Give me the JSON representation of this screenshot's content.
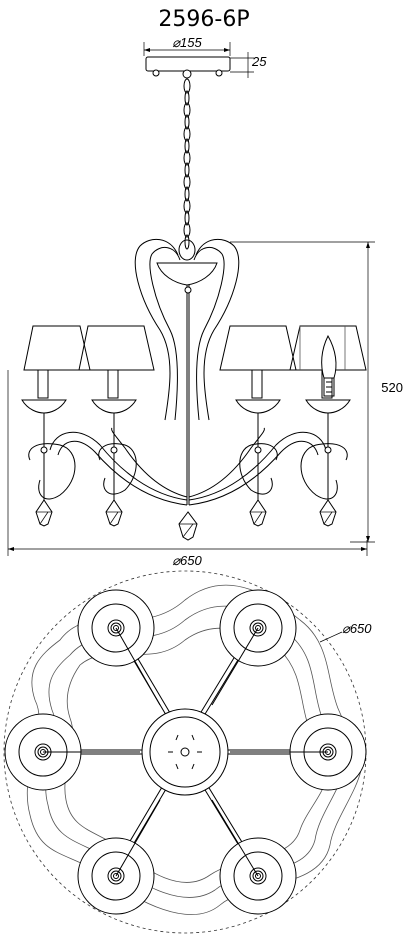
{
  "title": "2596-6P",
  "dimensions": {
    "canopy_diameter": "⌀155",
    "canopy_height": "25",
    "height": "520",
    "width_side": "⌀650",
    "width_top": "⌀650"
  }
}
